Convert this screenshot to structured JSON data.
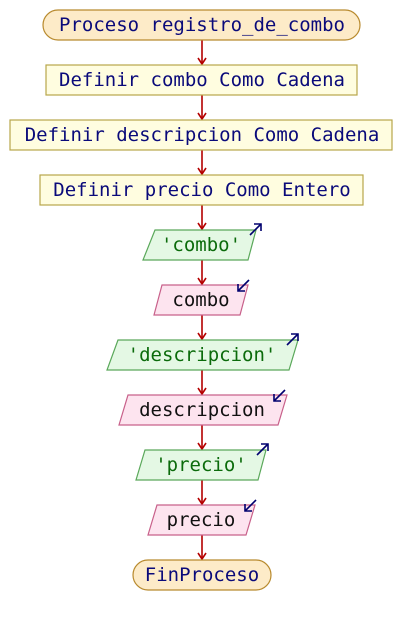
{
  "flowchart": {
    "start_label": "Proceso registro_de_combo",
    "end_label": "FinProceso",
    "steps": [
      {
        "kind": "process",
        "text": "Definir combo Como Cadena"
      },
      {
        "kind": "process",
        "text": "Definir descripcion Como Cadena"
      },
      {
        "kind": "process",
        "text": "Definir precio Como Entero"
      },
      {
        "kind": "output",
        "text": "'combo'"
      },
      {
        "kind": "input",
        "text": "combo"
      },
      {
        "kind": "output",
        "text": "'descripcion'"
      },
      {
        "kind": "input",
        "text": "descripcion"
      },
      {
        "kind": "output",
        "text": "'precio'"
      },
      {
        "kind": "input",
        "text": "precio"
      }
    ]
  },
  "colors": {
    "terminal_fill": "#fdebc8",
    "terminal_stroke": "#b88a2e",
    "process_fill": "#fffde0",
    "process_stroke": "#b8a64a",
    "output_fill": "#e4f8e4",
    "output_stroke": "#5aa85a",
    "input_fill": "#fde4ef",
    "input_stroke": "#c8608a",
    "connector": "#b40000",
    "io_arrow": "#00006e"
  }
}
